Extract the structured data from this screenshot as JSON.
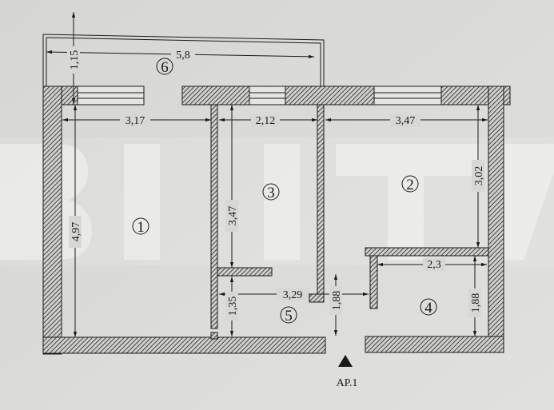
{
  "watermark": "BLITZ",
  "apartment_label": "AP.1",
  "rooms": [
    "1",
    "2",
    "3",
    "4",
    "5",
    "6"
  ],
  "dimensions": {
    "balcony_width": "5,8",
    "balcony_depth": "1,15",
    "room1_width": "3,17",
    "room3_width": "2,12",
    "room2_width": "3,47",
    "room1_length": "4,97",
    "room3_length": "3,47",
    "room2_length": "3,02",
    "room4_width": "2,3",
    "hall_width": "3,29",
    "hall_depth_right": "1,88",
    "hall_depth_left": "1,35",
    "room4_length": "1,88"
  },
  "colors": {
    "background": "#d8d8d5",
    "ink": "#1a1a1a"
  }
}
